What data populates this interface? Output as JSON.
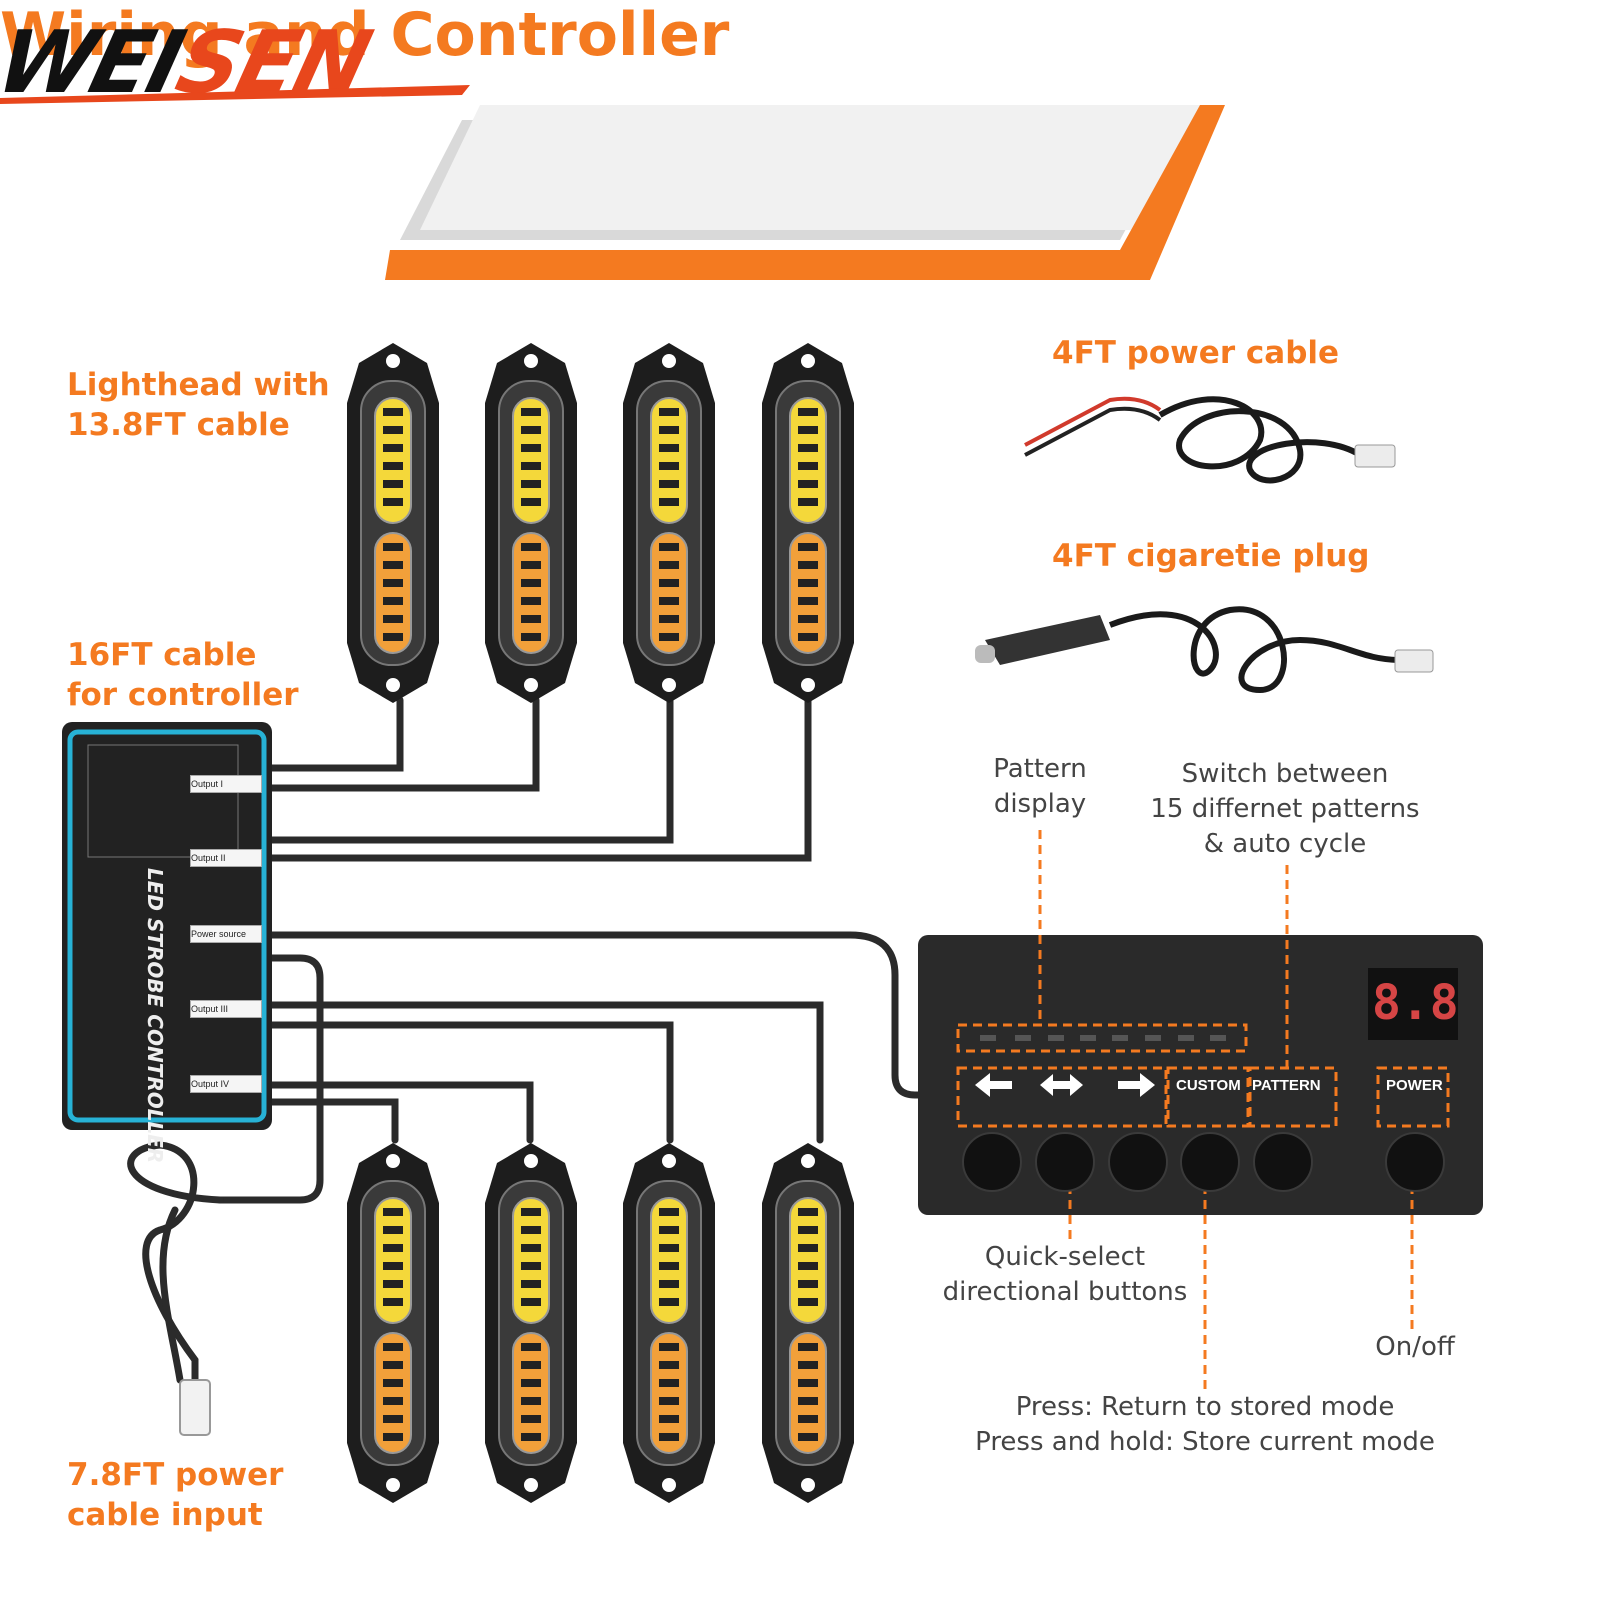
{
  "brand": {
    "name_part1": "WEI",
    "name_part2": "SEN"
  },
  "banner": {
    "title": "Wiring and Controller"
  },
  "labels": {
    "lighthead": [
      "Lighthead with",
      "13.8FT cable"
    ],
    "controller_cable": [
      "16FT cable",
      "for controller"
    ],
    "power_input": [
      "7.8FT power",
      "cable input"
    ],
    "power_cable": "4FT power cable",
    "cig_plug": "4FT cigaretie plug",
    "pattern_display": [
      "Pattern",
      "display"
    ],
    "switch_patterns": [
      "Switch between",
      "15 differnet patterns",
      "& auto cycle"
    ],
    "quick_select": [
      "Quick-select",
      "directional buttons"
    ],
    "on_off": "On/off",
    "press": [
      "Press: Return to stored mode",
      "Press and hold: Store current mode"
    ]
  },
  "strobe_box": {
    "title": "LED STROBE CONTROLLER",
    "ports": [
      "Output I",
      "Output II",
      "Power source",
      "Output III",
      "Output IV"
    ]
  },
  "control_panel": {
    "custom": "CUSTOM",
    "pattern": "PATTERN",
    "power": "POWER",
    "display_value": "8.8"
  },
  "colors": {
    "accent": "#f47a20",
    "brand_red": "#e8471c",
    "panel": "#2a2a2a"
  }
}
